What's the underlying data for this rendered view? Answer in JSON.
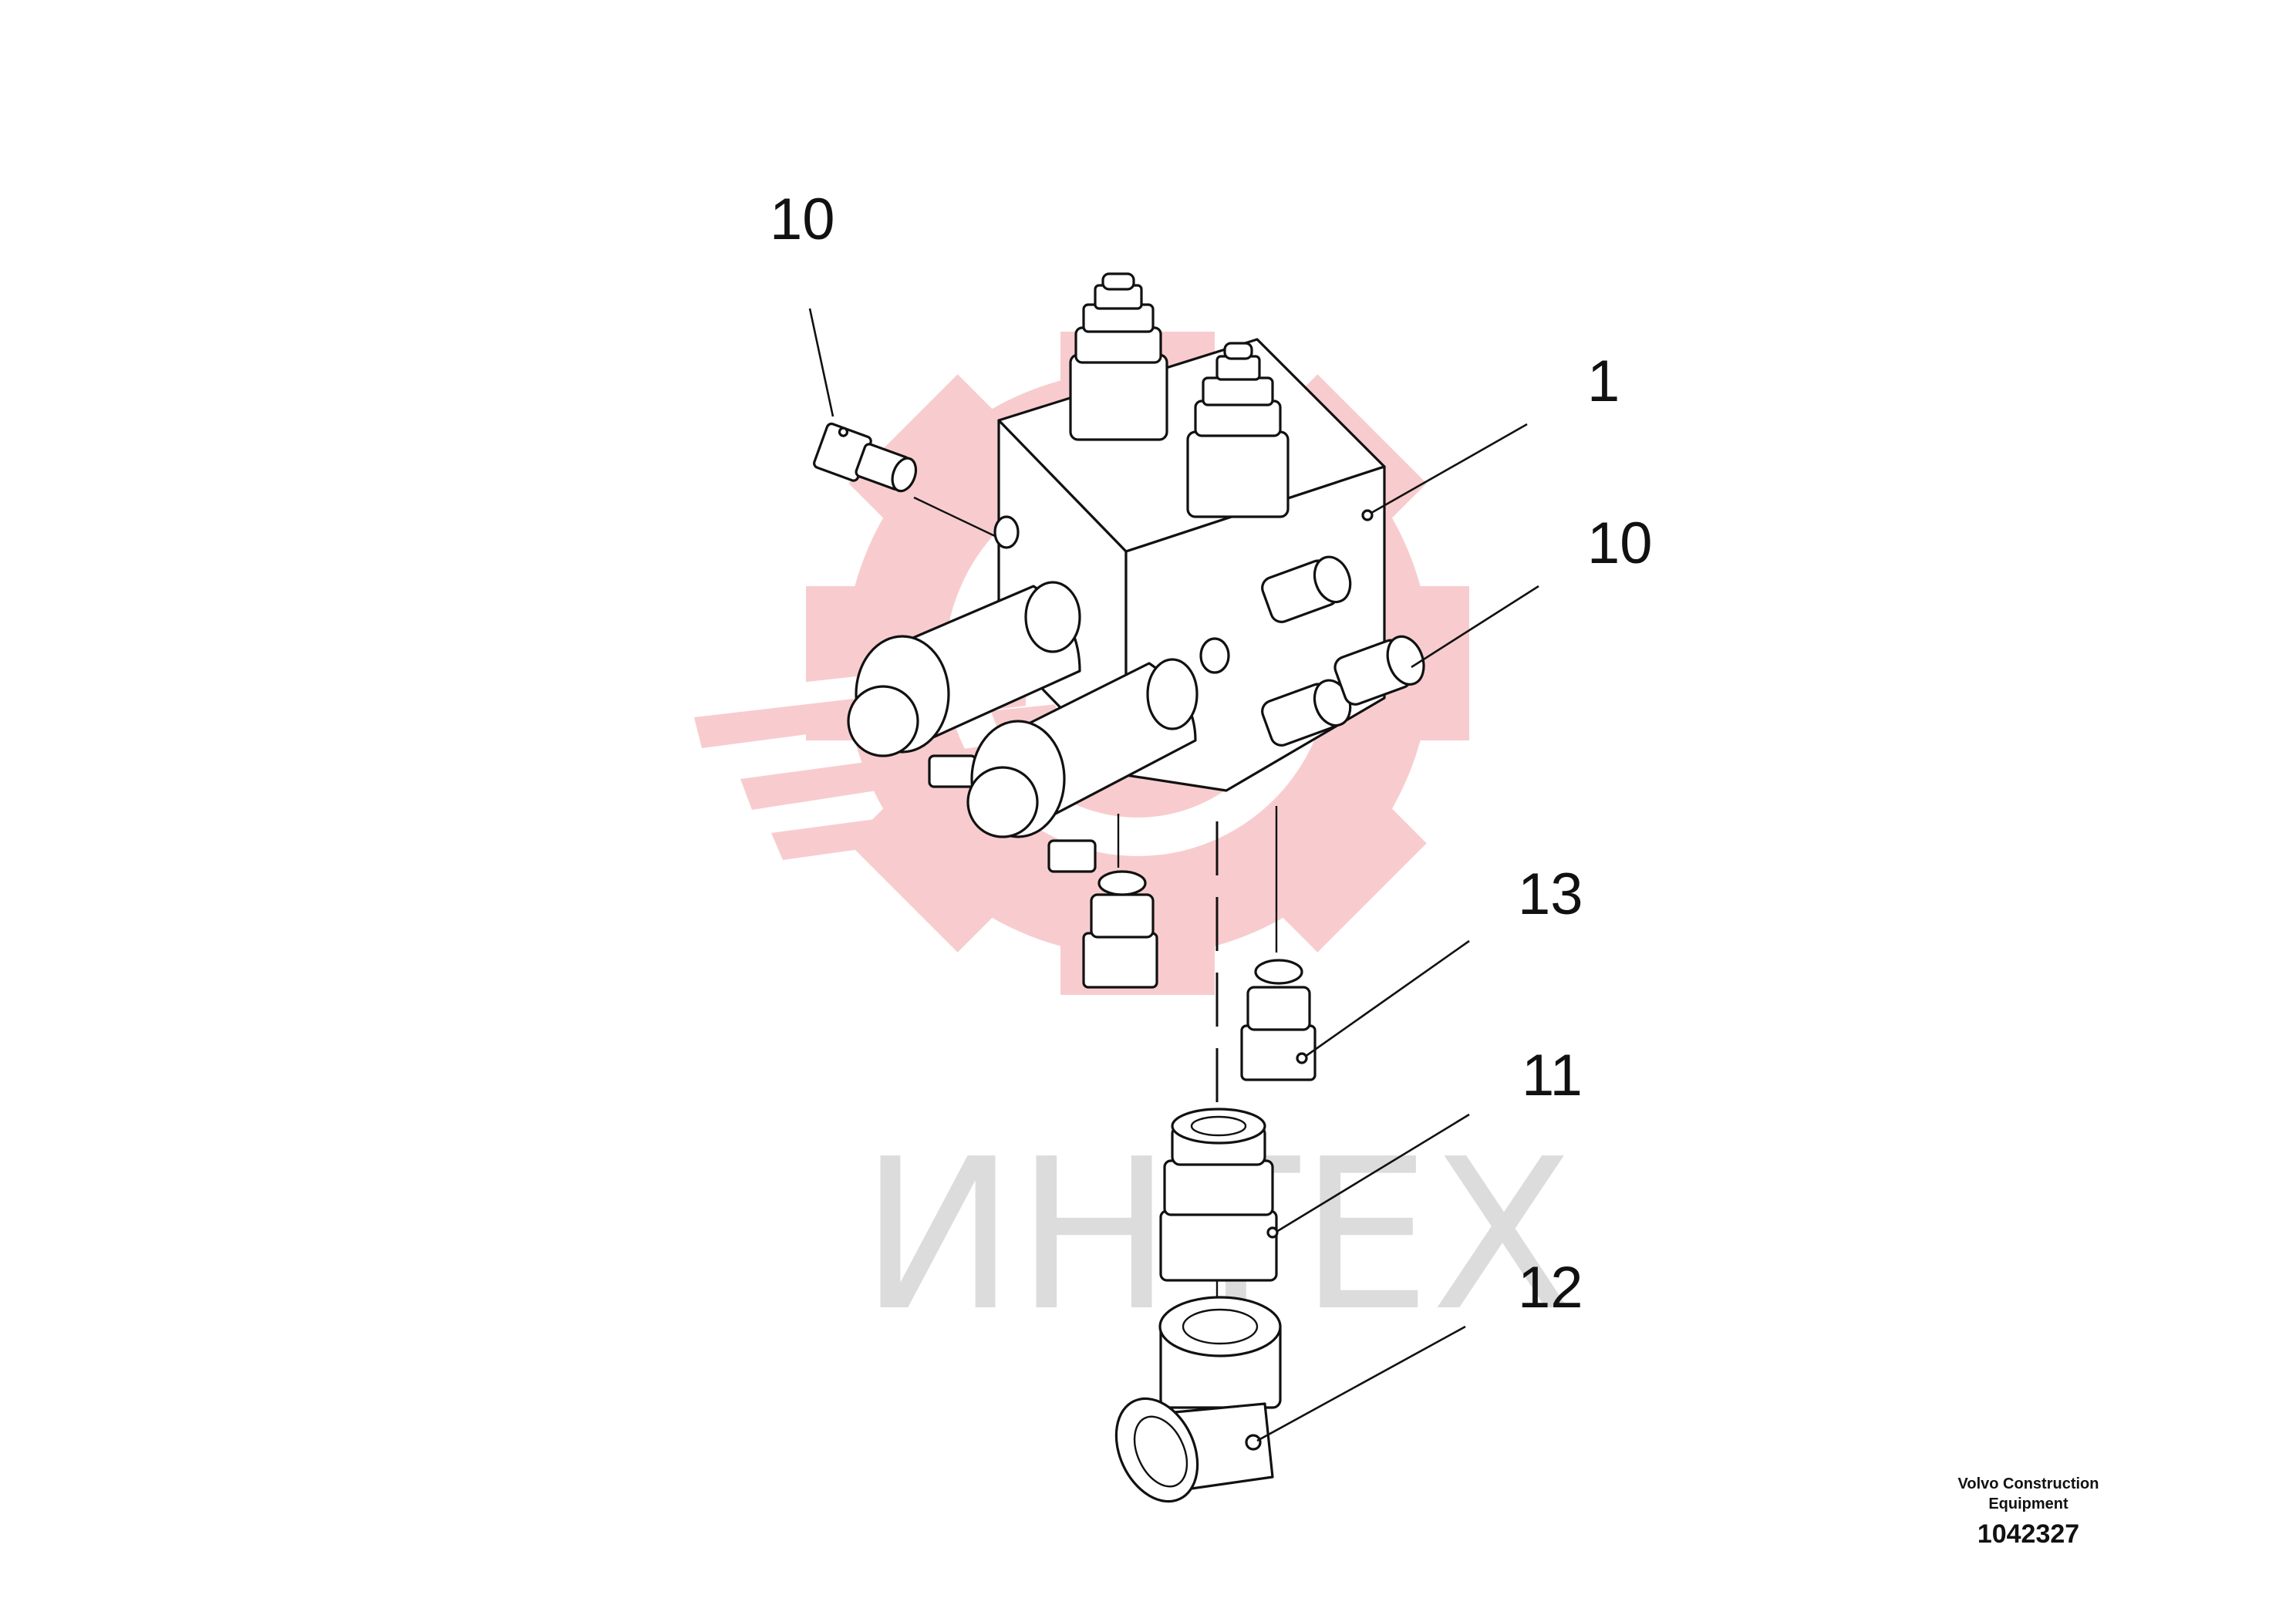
{
  "callouts": [
    {
      "id": "callout-10-left",
      "text": "10"
    },
    {
      "id": "callout-1",
      "text": "1"
    },
    {
      "id": "callout-10-right",
      "text": "10"
    },
    {
      "id": "callout-13",
      "text": "13"
    },
    {
      "id": "callout-11",
      "text": "11"
    },
    {
      "id": "callout-12",
      "text": "12"
    }
  ],
  "credit": {
    "line1": "Volvo Construction",
    "line2": "Equipment",
    "number": "1042327"
  },
  "watermark": {
    "text": "ИНТЕХ",
    "gear_color": "#f2a3a6",
    "text_color": "#dcdcdc"
  }
}
